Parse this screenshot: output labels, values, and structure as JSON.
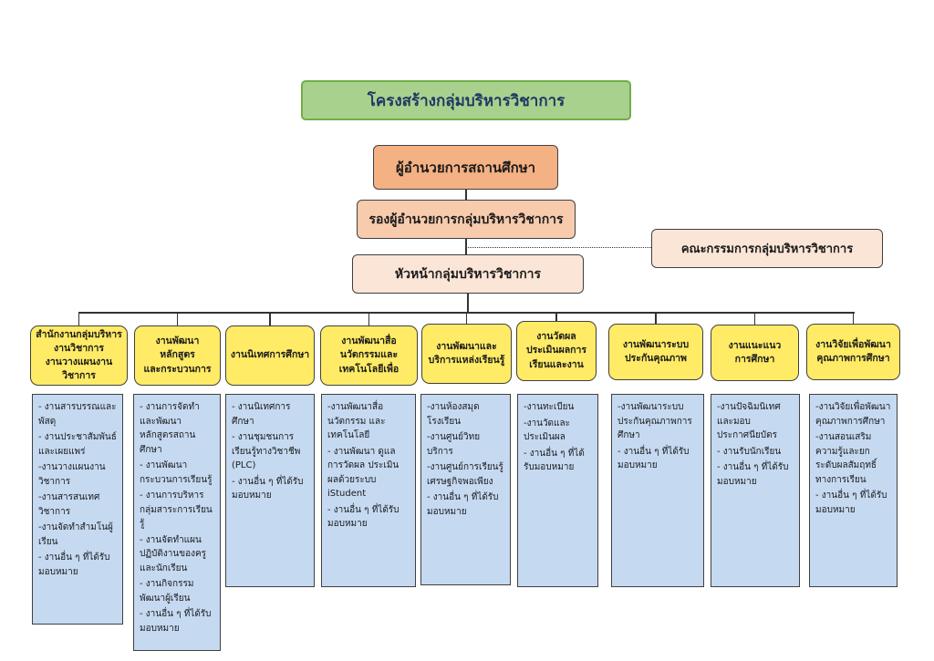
{
  "title": "โครงสร้างกลุ่มบริหารวิชาการ",
  "director": "ผู้อำนวยการสถานศึกษา",
  "deputy": "รองผู้อำนวยการกลุ่มบริหารวิชาการ",
  "committee": "คณะกรรมการกลุ่มบริหารวิชาการ",
  "head": "หัวหน้ากลุ่มบริหารวิชาการ",
  "departments": [
    {
      "name": "สำนักงานกลุ่มบริหาร\nงานวิชาการ\nงานวางแผนงานวิชาการ",
      "duties": [
        "- งานสารบรรณและพัสดุ",
        "- งานประชาสัมพันธ์และเผยแพร่",
        "-งานวางแผนงานวิชาการ",
        "-งานสารสนเทศวิชาการ",
        "-งานจัดทำสำมโนผู้เรียน",
        "- งานอื่น ๆ ที่ได้รับมอบหมาย"
      ]
    },
    {
      "name": "งานพัฒนา\nหลักสูตร\nและกระบวนการ",
      "duties": [
        "- งานการจัดทำและพัฒนาหลักสูตรสถานศึกษา",
        "- งานพัฒนากระบวนการเรียนรู้",
        "- งานการบริหารกลุ่มสาระการเรียนรู้",
        "- งานจัดทำแผนปฏิบัติงานของครูและนักเรียน",
        "- งานกิจกรรมพัฒนาผู้เรียน",
        "- งานอื่น ๆ ที่ได้รับมอบหมาย"
      ]
    },
    {
      "name": "งานนิเทศการศึกษา",
      "duties": [
        "- งานนิเทศการศึกษา",
        "- งานชุมชนการเรียนรู้ทางวิชาชีพ (PLC)",
        "- งานอื่น ๆ ที่ได้รับมอบหมาย"
      ]
    },
    {
      "name": "งานพัฒนาสื่อ\nนวัตกรรมและ\nเทคโนโลยีเพื่อ",
      "duties": [
        "-งานพัฒนาสื่อนวัตกรรม และเทคโนโลยี",
        "- งานพัฒนา ดูแล การวัดผล ประเมินผลด้วยระบบ iStudent",
        "- งานอื่น ๆ ที่ได้รับมอบหมาย"
      ]
    },
    {
      "name": "งานพัฒนาและ\nบริการแหล่งเรียนรู้",
      "duties": [
        "-งานห้องสมุดโรงเรียน",
        "-งานศูนย์วิทยบริการ",
        "-งานศูนย์การเรียนรู้เศรษฐกิจพอเพียง",
        "- งานอื่น ๆ ที่ได้รับมอบหมาย"
      ]
    },
    {
      "name": "งานวัดผล\nประเมินผลการ\nเรียนและงาน",
      "duties": [
        "-งานทะเบียน",
        "-งานวัดและประเมินผล",
        "- งานอื่น ๆ ที่ได้รับมอบหมาย"
      ]
    },
    {
      "name": "งานพัฒนาระบบ\nประกันคุณภาพ",
      "duties": [
        "-งานพัฒนาระบบประกันคุณภาพการศึกษา",
        "- งานอื่น ๆ ที่ได้รับมอบหมาย"
      ]
    },
    {
      "name": "งานแนะแนว\nการศึกษา",
      "duties": [
        "-งานปัจฉิมนิเทศและมอบประกาศนียบัตร",
        "- งานรับนักเรียน",
        "- งานอื่น ๆ ที่ได้รับมอบหมาย"
      ]
    },
    {
      "name": "งานวิจัยเพื่อพัฒนา\nคุณภาพการศึกษา",
      "duties": [
        "-งานวิจัยเพื่อพัฒนาคุณภาพการศึกษา",
        "-งานสอนเสริมความรู้และยกระดับผลสัมฤทธิ์ทางการเรียน",
        "- งานอื่น ๆ ที่ได้รับมอบหมาย"
      ]
    }
  ]
}
